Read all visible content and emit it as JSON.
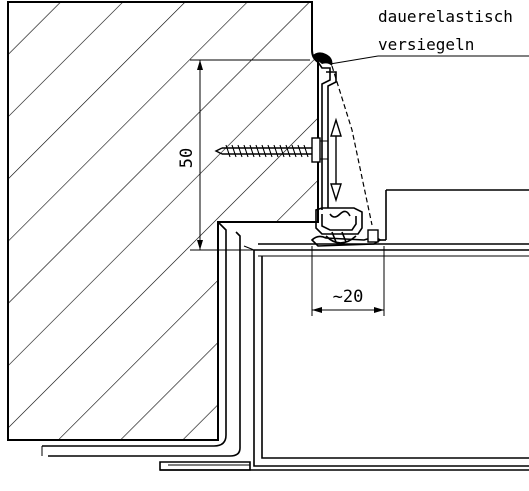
{
  "annotation": {
    "line1": "dauerelastisch",
    "line2": "versiegeln"
  },
  "dimensions": {
    "vertical": "50",
    "horizontal": "~20"
  },
  "colors": {
    "ink": "#000000",
    "paper": "#ffffff"
  },
  "icons": {
    "adjust_arrow": "double-headed-vertical-arrow",
    "fastener": "screw"
  }
}
